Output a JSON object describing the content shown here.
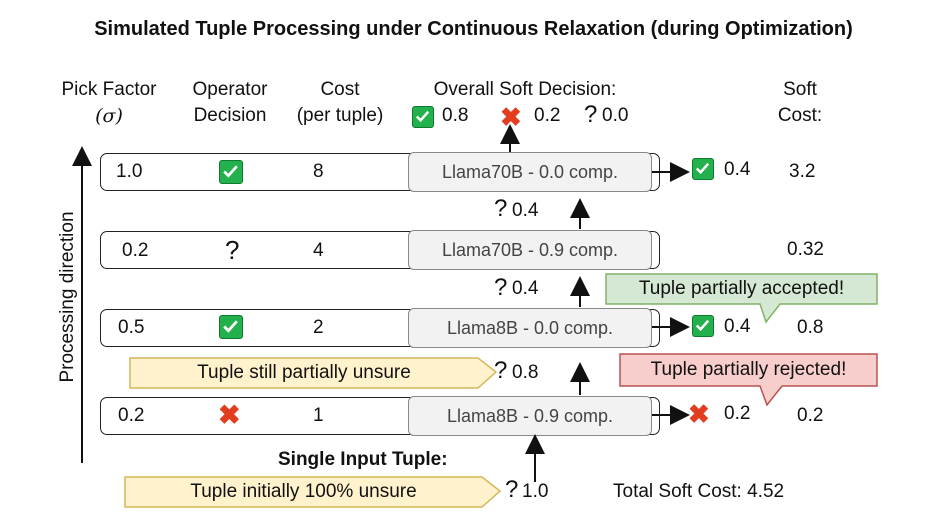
{
  "title": "Simulated Tuple Processing under Continuous Relaxation (during Optimization)",
  "headers": {
    "pick_factor_line1": "Pick Factor",
    "pick_factor_line2": "(σ)",
    "operator_line1": "Operator",
    "operator_line2": "Decision",
    "cost_line1": "Cost",
    "cost_line2": "(per tuple)",
    "overall": "Overall Soft Decision:",
    "soft_cost_line1": "Soft",
    "soft_cost_line2": "Cost:"
  },
  "overall_values": {
    "accept": "0.8",
    "reject": "0.2",
    "unsure": "0.0"
  },
  "axis_label": "Processing direction",
  "rows": [
    {
      "pick_factor": "1.0",
      "decision": "check",
      "cost": "8",
      "model": "Llama70B - 0.0 comp.",
      "out_icon": "check",
      "out_value": "0.4",
      "soft_cost": "3.2"
    },
    {
      "pick_factor": "0.2",
      "decision": "question",
      "cost": "4",
      "model": "Llama70B - 0.9 comp.",
      "out_icon": "",
      "out_value": "",
      "soft_cost": "0.32"
    },
    {
      "pick_factor": "0.5",
      "decision": "check",
      "cost": "2",
      "model": "Llama8B - 0.0 comp.",
      "out_icon": "check",
      "out_value": "0.4",
      "soft_cost": "0.8"
    },
    {
      "pick_factor": "0.2",
      "decision": "x",
      "cost": "1",
      "model": "Llama8B - 0.9 comp.",
      "out_icon": "x",
      "out_value": "0.2",
      "soft_cost": "0.2"
    }
  ],
  "between": [
    "0.4",
    "0.4",
    "0.8"
  ],
  "input_label": "Single Input Tuple:",
  "input_value": "1.0",
  "notes": {
    "accepted": "Tuple partially accepted!",
    "rejected": "Tuple partially rejected!",
    "unsure": "Tuple still partially unsure",
    "initial": "Tuple initially 100% unsure"
  },
  "total": "Total Soft Cost: 4.52",
  "colors": {
    "green_note": "#d5e8d4",
    "red_note": "#f8cecc",
    "yellow_note": "#fff2cc",
    "check": "#22b14c",
    "x": "#e23d1f"
  }
}
